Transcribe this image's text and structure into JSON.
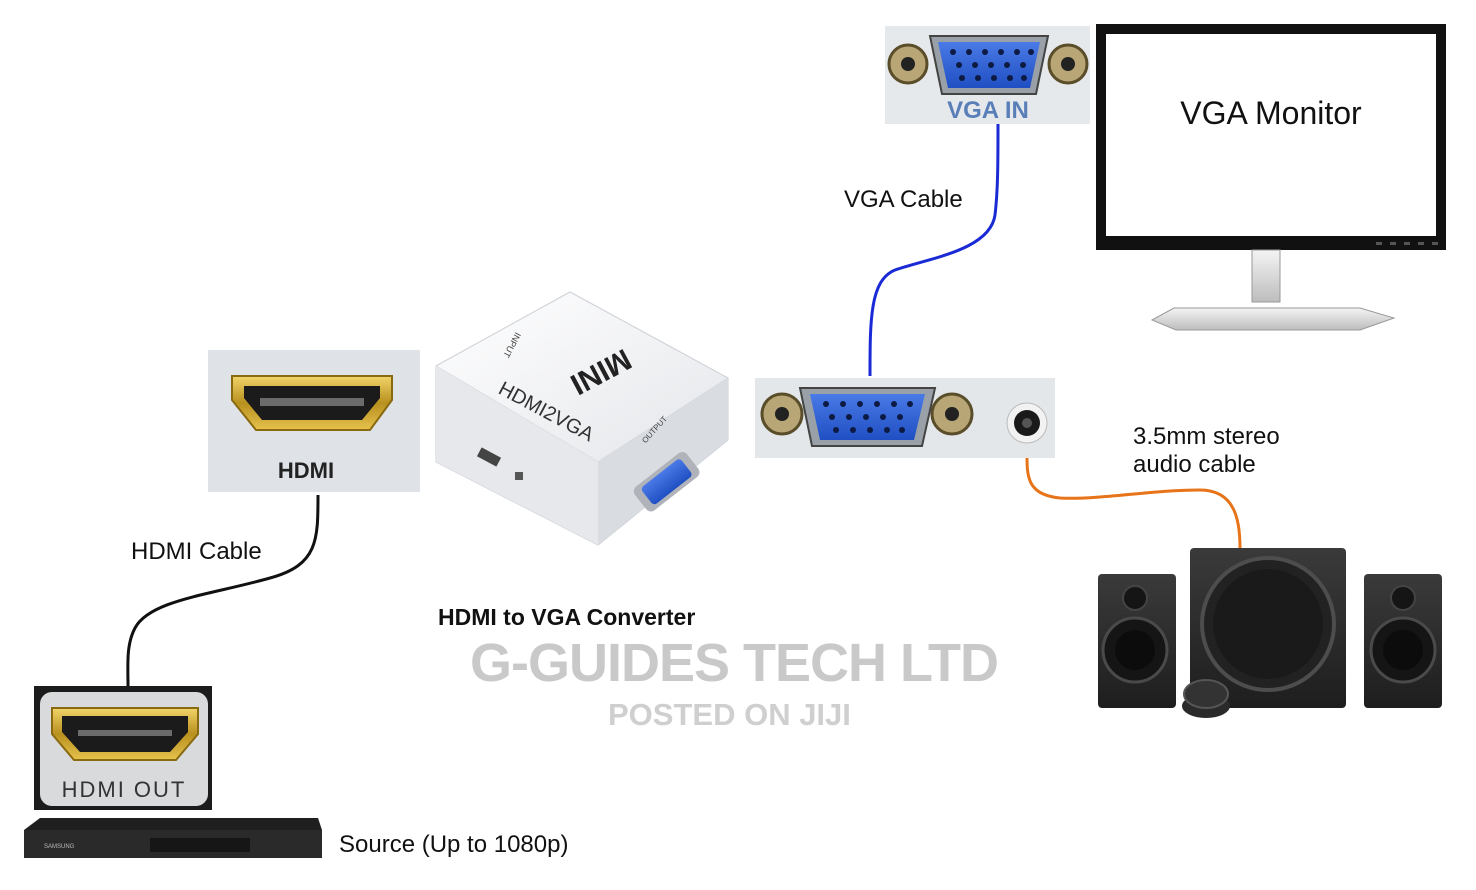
{
  "labels": {
    "hdmi_port": "HDMI",
    "hdmi_cable": "HDMI Cable",
    "hdmi_out": "HDMI OUT",
    "source": "Source (Up to 1080p)",
    "converter": "HDMI to VGA Converter",
    "vga_in": "VGA IN",
    "vga_cable": "VGA Cable",
    "vga_monitor": "VGA Monitor",
    "audio_cable_line1": "3.5mm stereo",
    "audio_cable_line2": "audio cable"
  },
  "device_text": {
    "mini": "MINI",
    "model": "HDMI2VGA",
    "input": "INPUT",
    "output": "OUTPUT",
    "player_brand": "SAMSUNG"
  },
  "watermark": {
    "line1": "G-GUIDES TECH LTD",
    "line2": "POSTED ON JIJI"
  },
  "colors": {
    "hdmi_cable": "#111111",
    "vga_cable": "#1a2bd6",
    "audio_cable": "#e8741a",
    "vga_connector": "#2e5fd1",
    "hdmi_gold": "#c9a227"
  }
}
